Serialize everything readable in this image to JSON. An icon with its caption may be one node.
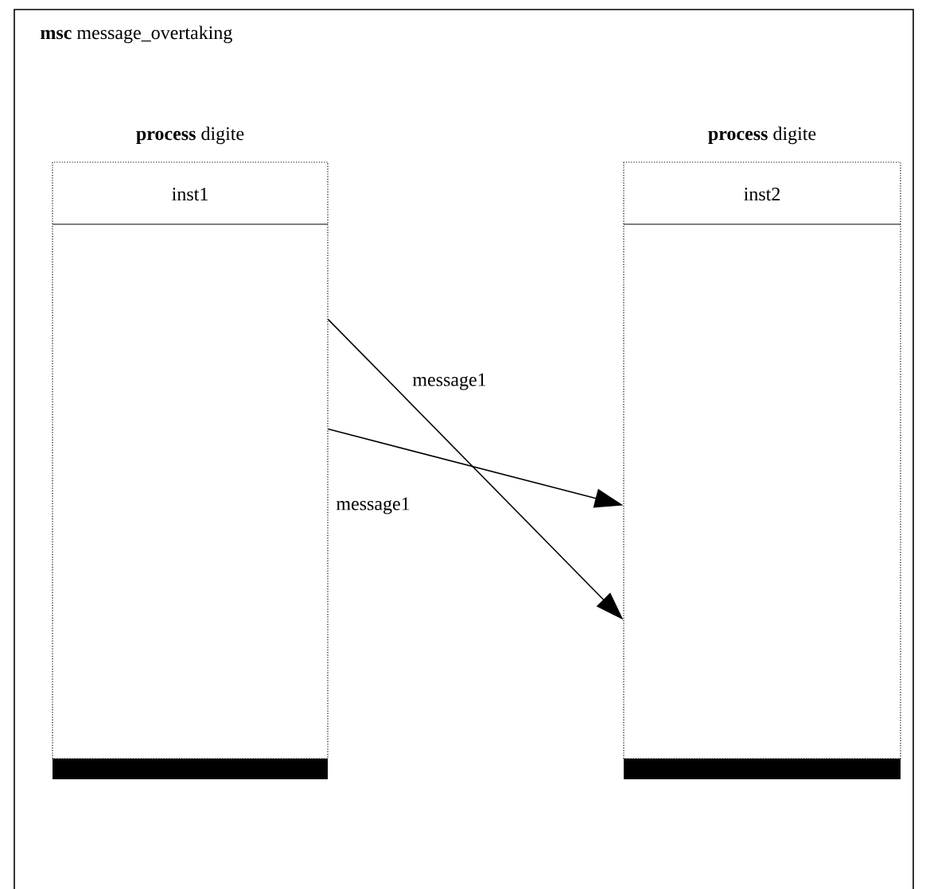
{
  "diagram": {
    "nodes": [
      {
        "text": [
          "**msc** message_overtaking"
        ]
      },
      {
        "text": [
          "**process** digite",
          "inst1"
        ],
        "in": 0
      },
      {
        "text": [
          "**process** digite",
          "inst2"
        ],
        "in": 0
      }
    ],
    "edges": [
      {
        "from": 1,
        "to": 2,
        "arrow": "to",
        "label": "message1"
      },
      {
        "from": 1,
        "to": 2,
        "arrow": "to",
        "label": "message1"
      }
    ]
  }
}
